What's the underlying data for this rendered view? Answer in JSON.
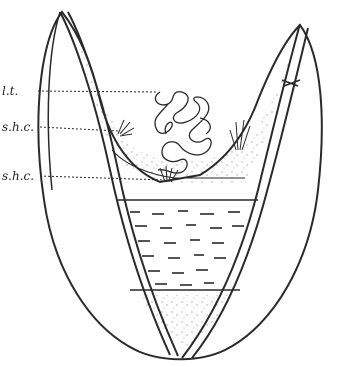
{
  "figure": {
    "labels": {
      "lt": "l.t.",
      "shc1": "s.h.c.",
      "shc2": "s.h.c."
    },
    "ink_color": "#2a2a2a",
    "paper_color": "#ffffff"
  }
}
